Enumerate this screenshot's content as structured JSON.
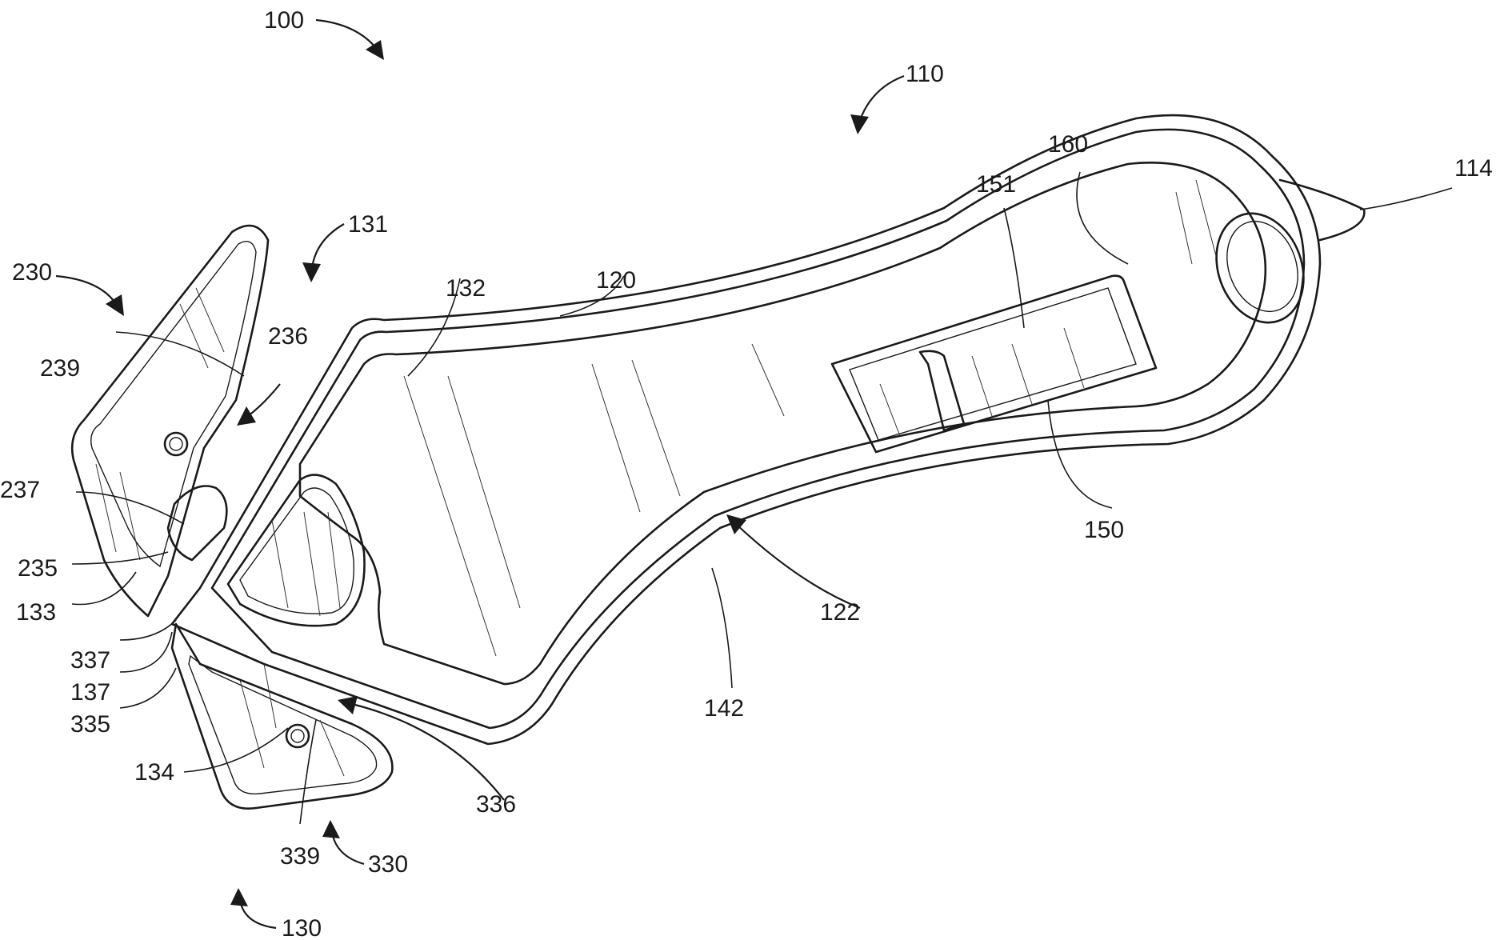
{
  "figure": {
    "labels": {
      "l100": "100",
      "l110": "110",
      "l114": "114",
      "l120": "120",
      "l122": "122",
      "l130": "130",
      "l131": "131",
      "l132": "132",
      "l133": "133",
      "l134": "134",
      "l137": "137",
      "l142": "142",
      "l150": "150",
      "l151": "151",
      "l160": "160",
      "l230": "230",
      "l235": "235",
      "l236": "236",
      "l237": "237",
      "l239": "239",
      "l330": "330",
      "l335": "335",
      "l336": "336",
      "l337": "337",
      "l339": "339"
    }
  }
}
